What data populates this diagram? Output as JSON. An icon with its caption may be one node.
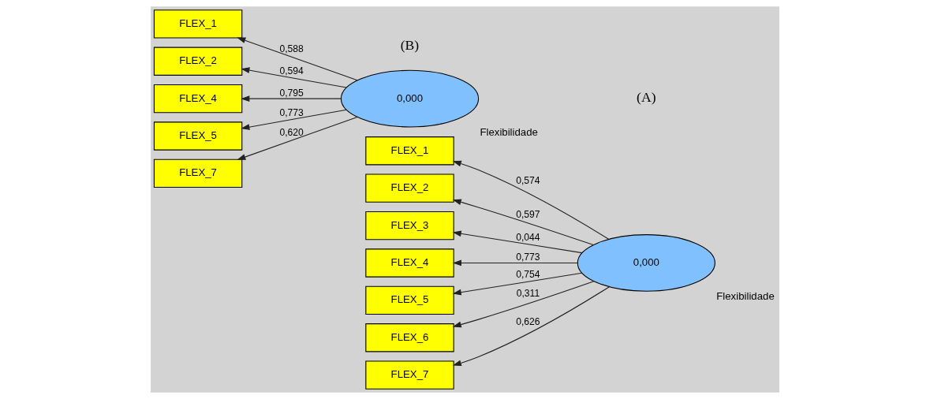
{
  "diagram": {
    "nodes": [
      {
        "text": [
          "0,000"
        ],
        "beside": [
          "Flexibilidade"
        ]
      },
      {
        "text": [
          "FLEX_1"
        ]
      },
      {
        "text": [
          "FLEX_2"
        ]
      },
      {
        "text": [
          "FLEX_3"
        ]
      },
      {
        "text": [
          "FLEX_4"
        ]
      },
      {
        "text": [
          "FLEX_5"
        ]
      },
      {
        "text": [
          "FLEX_6"
        ]
      },
      {
        "text": [
          "FLEX_7"
        ]
      },
      {
        "text": [
          "0,000"
        ],
        "beside": [
          "Flexibilidade"
        ]
      },
      {
        "text": [
          "FLEX_1"
        ]
      },
      {
        "text": [
          "FLEX_2"
        ]
      },
      {
        "text": [
          "FLEX_4"
        ]
      },
      {
        "text": [
          "FLEX_5"
        ]
      },
      {
        "text": [
          "FLEX_7"
        ]
      }
    ],
    "edges": [
      {
        "from": 0,
        "to": 1,
        "arrow": "to",
        "label": "0,574"
      },
      {
        "from": 0,
        "to": 2,
        "arrow": "to",
        "label": "0,597"
      },
      {
        "from": 0,
        "to": 3,
        "arrow": "to",
        "label": "0,044"
      },
      {
        "from": 0,
        "to": 4,
        "arrow": "to",
        "label": "0,773"
      },
      {
        "from": 0,
        "to": 5,
        "arrow": "to",
        "label": "0,754"
      },
      {
        "from": 0,
        "to": 6,
        "arrow": "to",
        "label": "0,311"
      },
      {
        "from": 0,
        "to": 7,
        "arrow": "to",
        "label": "0,626"
      },
      {
        "from": 8,
        "to": 9,
        "arrow": "to",
        "label": "0,588"
      },
      {
        "from": 8,
        "to": 10,
        "arrow": "to",
        "label": "0,594"
      },
      {
        "from": 8,
        "to": 11,
        "arrow": "to",
        "label": "0,795"
      },
      {
        "from": 8,
        "to": 12,
        "arrow": "to",
        "label": "0,773"
      },
      {
        "from": 8,
        "to": 13,
        "arrow": "to",
        "label": "0,620"
      }
    ],
    "labels": [
      "(A)",
      "(B)"
    ]
  }
}
